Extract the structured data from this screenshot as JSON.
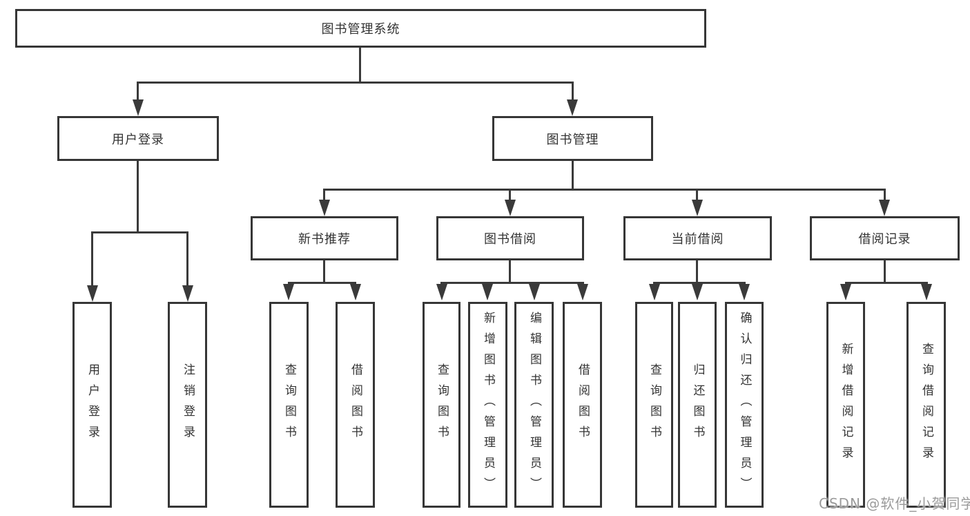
{
  "diagram": {
    "type": "hierarchy-tree",
    "root": {
      "label": "图书管理系统",
      "children": [
        {
          "label": "用户登录",
          "children": [
            {
              "label": "用户登录"
            },
            {
              "label": "注销登录"
            }
          ]
        },
        {
          "label": "图书管理",
          "children": [
            {
              "label": "新书推荐",
              "children": [
                {
                  "label": "查询图书"
                },
                {
                  "label": "借阅图书"
                }
              ]
            },
            {
              "label": "图书借阅",
              "children": [
                {
                  "label": "查询图书"
                },
                {
                  "label": "新增图书（管理员）"
                },
                {
                  "label": "编辑图书（管理员）"
                },
                {
                  "label": "借阅图书"
                }
              ]
            },
            {
              "label": "当前借阅",
              "children": [
                {
                  "label": "查询图书"
                },
                {
                  "label": "归还图书"
                },
                {
                  "label": "确认归还（管理员）"
                }
              ]
            },
            {
              "label": "借阅记录",
              "children": [
                {
                  "label": "新增借阅记录"
                },
                {
                  "label": "查询借阅记录"
                }
              ]
            }
          ]
        }
      ]
    }
  },
  "watermark": {
    "text": "CSDN @软件_小贺同学"
  },
  "colors": {
    "background": "#ffffff",
    "line": "#3a3a3a",
    "box_border": "#363636",
    "text": "#333333",
    "watermark": "#9b9b9b"
  }
}
